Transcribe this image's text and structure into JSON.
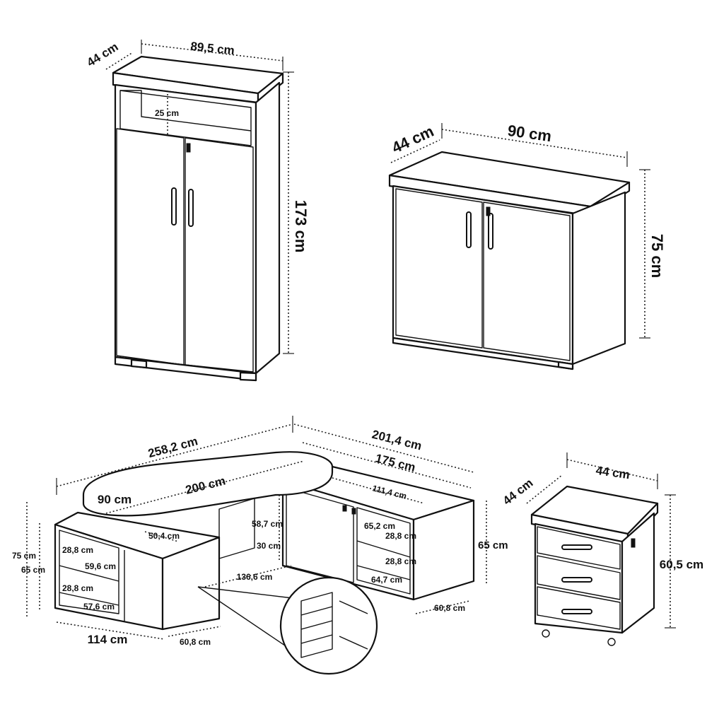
{
  "tall_cabinet": {
    "width": "89,5 cm",
    "depth": "44 cm",
    "height": "173 cm",
    "niche": "25 cm"
  },
  "low_cabinet": {
    "width": "90 cm",
    "depth": "44 cm",
    "height": "75 cm"
  },
  "desk": {
    "overall_length": "258,2 cm",
    "right_length": "201,4 cm",
    "right_cabinet_length": "175 cm",
    "top_length": "200 cm",
    "top_depth": "90 cm",
    "inner_width": "111,4 cm",
    "side_depth": "50,4 cm",
    "cabinet_inner_height": "58,7 cm",
    "gap_height": "30 cm",
    "left_height": "75 cm",
    "left_inner_height": "65 cm",
    "shelf_height_top": "28,8 cm",
    "shelf_width_top": "59,6 cm",
    "shelf_height_bottom": "28,8 cm",
    "shelf_width_bottom": "57,6 cm",
    "center_span": "136,6 cm",
    "right_shelf_width": "65,2 cm",
    "right_shelf_h1": "28,8 cm",
    "right_shelf_h2": "28,8 cm",
    "right_shelf_width_bottom": "64,7 cm",
    "right_height": "65 cm",
    "left_width": "114 cm",
    "left_depth": "60,8 cm",
    "right_depth": "60,8 cm"
  },
  "pedestal": {
    "width": "44 cm",
    "depth": "44 cm",
    "height": "60,5 cm"
  }
}
